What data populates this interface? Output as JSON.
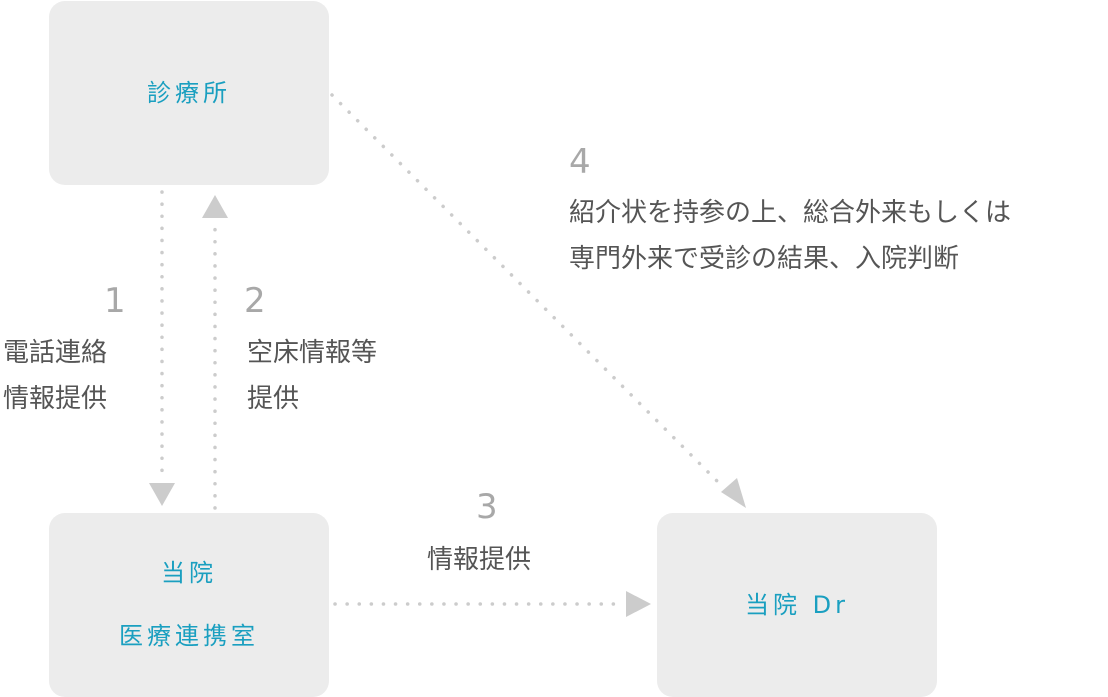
{
  "nodes": {
    "clinic": {
      "label": "診療所"
    },
    "liaison": {
      "line1": "当院",
      "line2": "医療連携室"
    },
    "doctor": {
      "label": "当院 Dr"
    }
  },
  "edges": [
    {
      "step": "1",
      "lines": [
        "電話連絡",
        "情報提供"
      ]
    },
    {
      "step": "2",
      "lines": [
        "空床情報等",
        "提供"
      ]
    },
    {
      "step": "3",
      "lines": [
        "情報提供"
      ]
    },
    {
      "step": "4",
      "lines": [
        "紹介状を持参の上、総合外来もしくは",
        "専門外来で受診の結果、入院判断"
      ]
    }
  ],
  "colors": {
    "box_fill": "#ececec",
    "node_text": "#1a9fc0",
    "arrow": "#cccccc",
    "step_number": "#a8a8a8",
    "label_text": "#555555"
  }
}
